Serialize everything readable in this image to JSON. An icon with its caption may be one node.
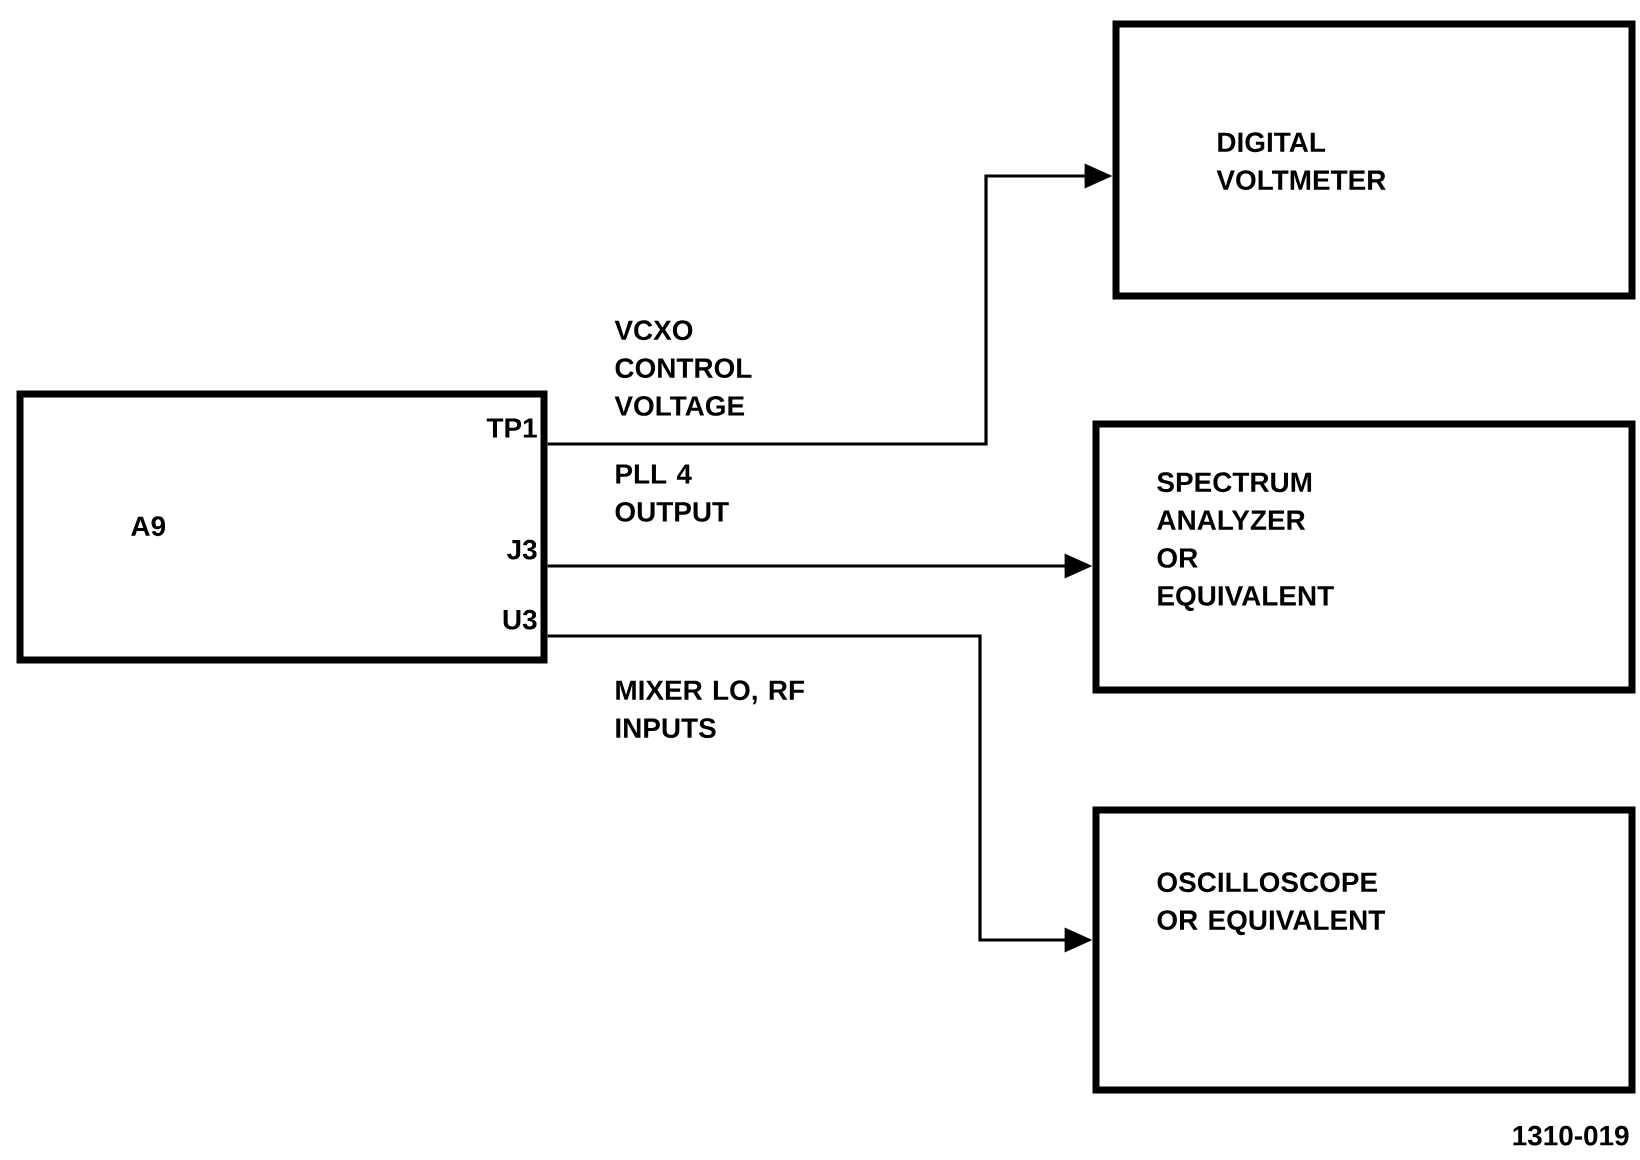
{
  "diagram": {
    "nodes": [
      {
        "text": [
          "A9"
        ]
      },
      {
        "text": [
          "DIGITAL VOLTMETER"
        ]
      },
      {
        "text": [
          "SPECTRUM ANALYZER OR EQUIVALENT"
        ]
      },
      {
        "text": [
          "OSCILLOSCOPE OR EQUIVALENT"
        ]
      }
    ],
    "edges": [
      {
        "from": 0,
        "to": 1,
        "arrow": "to",
        "label": "VCXO CONTROL VOLTAGE"
      },
      {
        "from": 0,
        "to": 2,
        "arrow": "to",
        "label": "PLL 4 OUTPUT"
      },
      {
        "from": 0,
        "to": 3,
        "arrow": "to",
        "label": "MIXER LO, RF INPUTS"
      }
    ],
    "labels": [
      "TP1",
      "J3",
      "U3",
      "1310-019"
    ]
  }
}
